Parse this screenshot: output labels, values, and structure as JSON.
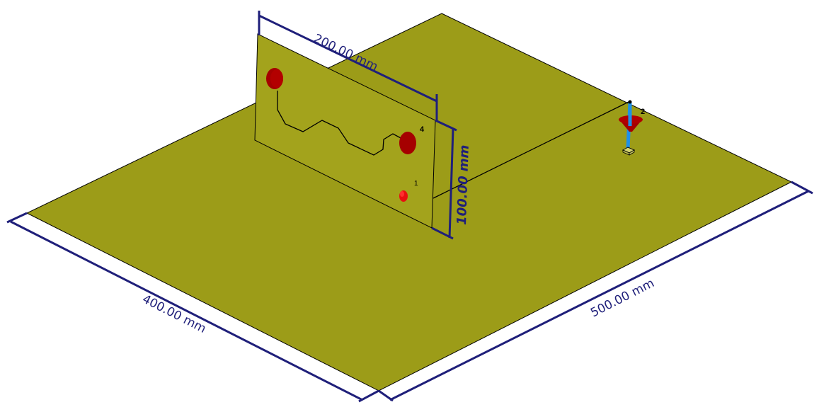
{
  "scene": {
    "colors": {
      "background": "#ffffff",
      "ground_plane": "#9c9c18",
      "board": "#a3a31c",
      "edge": "#000000",
      "dimension": "#1f1f7a",
      "port_dark": "#a50000",
      "port_bright": "#e81010",
      "probe": "#1e90e8"
    },
    "dimensions": {
      "board_width": "200.00 mm",
      "board_height": "100.00 mm",
      "ground_depth": "400.00 mm",
      "ground_width": "500.00 mm"
    },
    "ports": {
      "p1": "1",
      "p2": "2",
      "p4": "4"
    }
  }
}
